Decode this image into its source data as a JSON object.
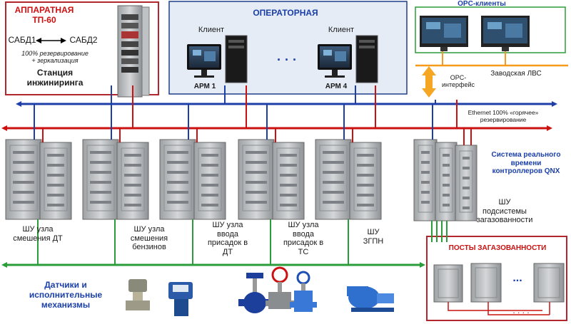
{
  "eng": {
    "title_line1": "АППАРАТНАЯ",
    "title_line2": "ТП-60",
    "sabd1": "САБД1",
    "sabd2": "САБД2",
    "redundancy_line1": "100% резервирование",
    "redundancy_line2": "+ зеркализация",
    "station_line1": "Станция",
    "station_line2": "инжиниринга"
  },
  "operator": {
    "title": "ОПЕРАТОРНАЯ",
    "client1": "Клиент",
    "client2": "Клиент",
    "arm1": "АРМ 1",
    "arm4": "АРМ 4",
    "dots": "· · ·"
  },
  "opc": {
    "title": "OPC-клиенты",
    "lan": "Заводская ЛВС",
    "iface_line1": "OPC-",
    "iface_line2": "интерфейс"
  },
  "network": {
    "ethernet_line1": "Ethernet 100% «горячее»",
    "ethernet_line2": "резервирование"
  },
  "qnx": {
    "line1": "Система реального",
    "line2": "времени",
    "line3": "контроллеров QNX"
  },
  "cabinets": [
    {
      "line1": "ШУ узла",
      "line2": "смешения ДТ",
      "line3": "",
      "line4": ""
    },
    {
      "line1": "ШУ узла",
      "line2": "смешения",
      "line3": "бензинов",
      "line4": ""
    },
    {
      "line1": "ШУ узла",
      "line2": "ввода",
      "line3": "присадок в",
      "line4": "ДТ"
    },
    {
      "line1": "ШУ узла",
      "line2": "ввода",
      "line3": "присадок в",
      "line4": "ТС"
    },
    {
      "line1": "ШУ",
      "line2": "ЗГПН",
      "line3": "",
      "line4": ""
    }
  ],
  "gas": {
    "shu_line1": "ШУ",
    "shu_line2": "подсистемы",
    "shu_line3": "загазованности",
    "posts_title": "ПОСТЫ ЗАГАЗОВАННОСТИ",
    "dots": "...",
    "bottom_dots": ". . . ."
  },
  "sensors": {
    "line1": "Датчики и",
    "line2": "исполнительные",
    "line3": "механизмы"
  },
  "colors": {
    "red": "#cc1111",
    "blue": "#1a3fa8",
    "green": "#2a9d3a",
    "orange": "#f59a1b",
    "cabinet": "#c9cbcd"
  }
}
